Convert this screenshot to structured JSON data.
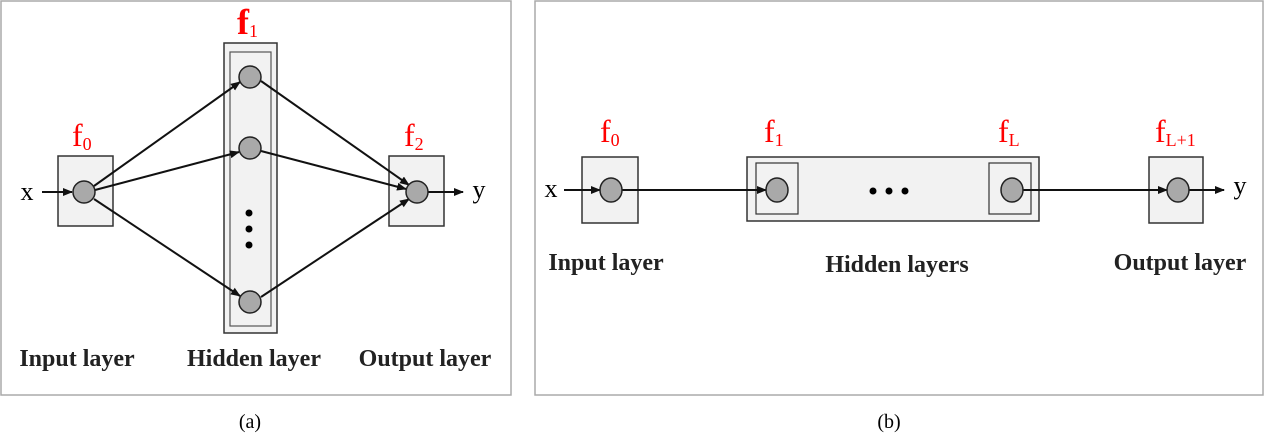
{
  "panel_a": {
    "caption": "(a)",
    "input_symbol": "x",
    "output_symbol": "y",
    "func_input": {
      "base": "f",
      "sub": "0"
    },
    "func_hidden": {
      "base": "f",
      "sub": "1"
    },
    "func_output": {
      "base": "f",
      "sub": "2"
    },
    "labels": {
      "input": "Input layer",
      "hidden": "Hidden layer",
      "output": "Output layer"
    }
  },
  "panel_b": {
    "caption": "(b)",
    "input_symbol": "x",
    "output_symbol": "y",
    "func_input": {
      "base": "f",
      "sub": "0"
    },
    "func_first_hidden": {
      "base": "f",
      "sub": "1"
    },
    "func_last_hidden": {
      "base": "f",
      "sub": "L"
    },
    "func_output": {
      "base": "f",
      "sub": "L+1"
    },
    "labels": {
      "input": "Input layer",
      "hidden": "Hidden layers",
      "output": "Output layer"
    }
  },
  "colors": {
    "function_label": "#ff0000",
    "node_fill": "#a9a9a9",
    "box_fill": "#f2f2f2"
  }
}
